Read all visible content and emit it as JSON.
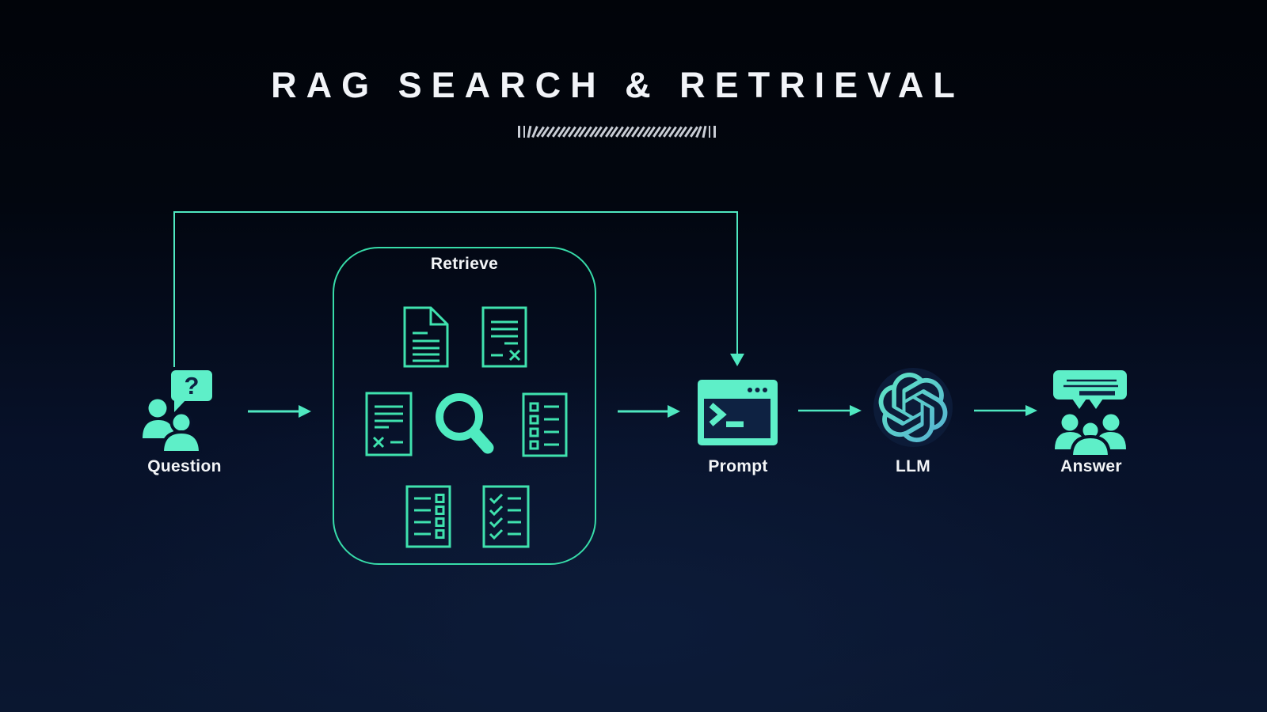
{
  "title": "RAG SEARCH & RETRIEVAL",
  "decoration": {
    "tick_count": 38,
    "max_tilt_deg": 34
  },
  "nodes": {
    "question": {
      "label": "Question"
    },
    "retrieve": {
      "label": "Retrieve"
    },
    "prompt": {
      "label": "Prompt"
    },
    "llm": {
      "label": "LLM"
    },
    "answer": {
      "label": "Answer"
    }
  },
  "icons": [
    "question-people-icon",
    "document-icon",
    "document-rejected-icon",
    "document-rejected-alt-icon",
    "magnifier-icon",
    "list-checkbox-icon",
    "list-checkbox-alt-icon",
    "checklist-icon",
    "terminal-icon",
    "openai-logo-icon",
    "answer-people-icon"
  ],
  "colors": {
    "background_top": "#010409",
    "background_bottom": "#0A1730",
    "mint": "#5EEFC8",
    "outline_teal": "#3FE2AE",
    "connector": "#4FE8C0",
    "box_border": "#37DCA9",
    "title_text": "#F2F4F8",
    "label_text": "#F3F5F7",
    "icon_cutout_navy": "#0E2242",
    "llm_circle": "#0C1B38",
    "llm_gradient_start": "#5FE9C4",
    "llm_gradient_end": "#56AED2",
    "hatch": "#C9CDD5"
  }
}
